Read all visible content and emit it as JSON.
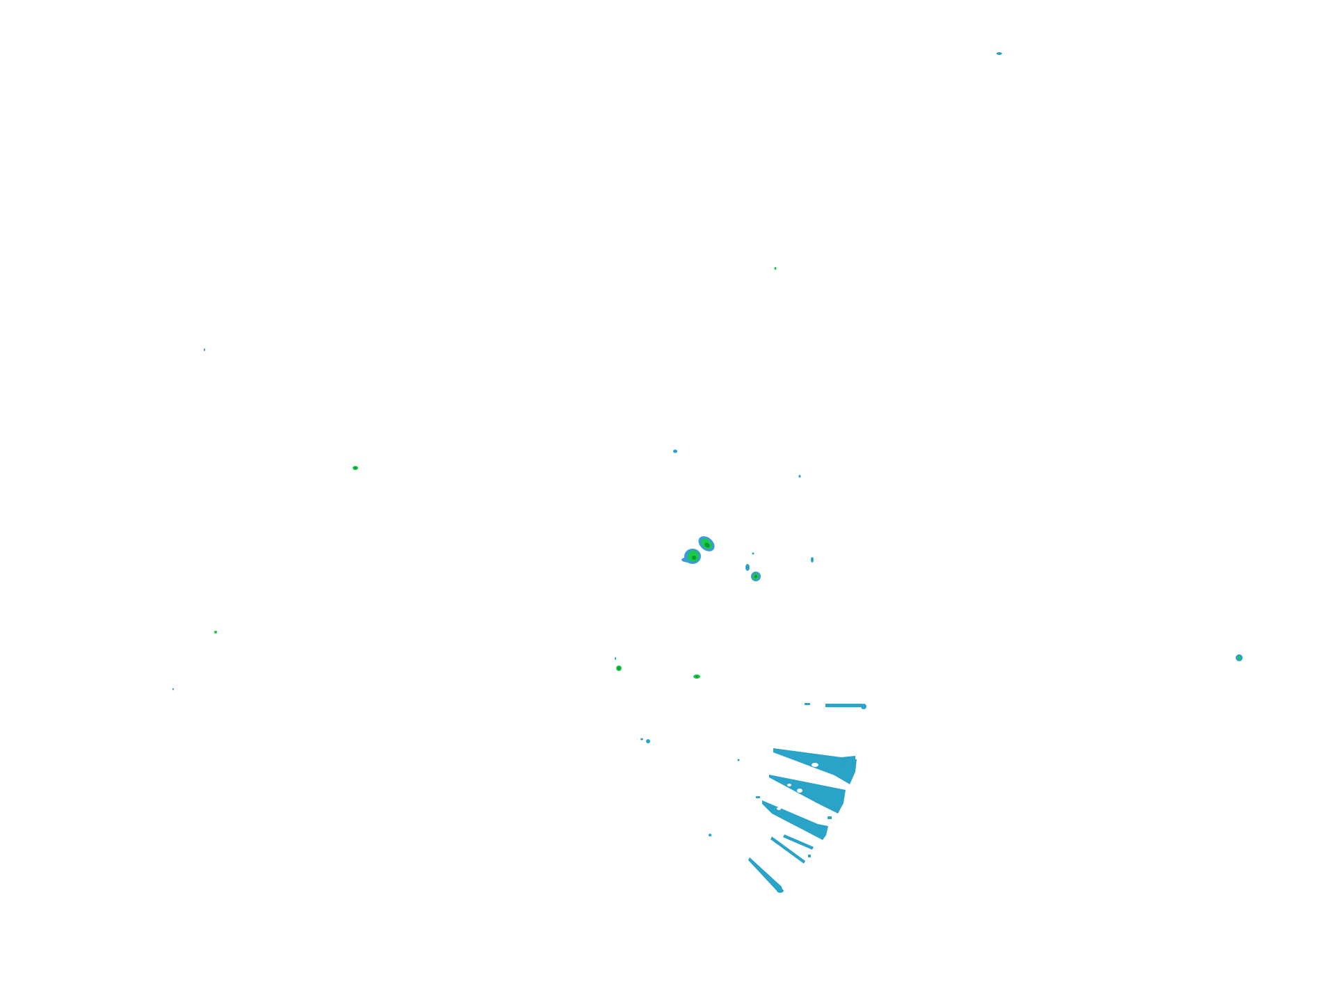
{
  "map": {
    "background_color": "#ffffff",
    "colors": {
      "light_echo": "#2aa3c9",
      "edge_echo": "#3b9bd6",
      "moderate_echo": "#19c94a",
      "strong_echo": "#0a9a2a"
    },
    "echo_intensity_levels": [
      "light_echo",
      "moderate_echo",
      "strong_echo"
    ]
  }
}
